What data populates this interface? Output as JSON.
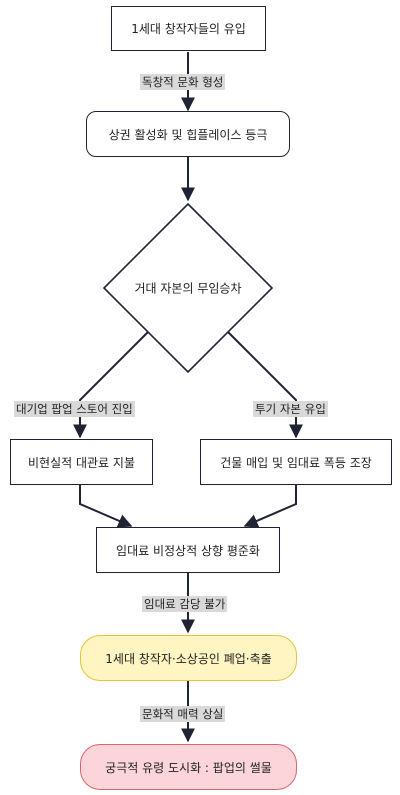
{
  "nodes": {
    "n1": "1세대 창작자들의 유입",
    "n2": "상권 활성화 및 힙플레이스 등극",
    "n3": "거대 자본의 무임승차",
    "n4": "비현실적 대관료 지불",
    "n5": "건물 매입 및 임대료 폭등 조장",
    "n6": "임대료 비정상적 상향 평준화",
    "n7": "1세대 창작자·소상공인 폐업·축출",
    "n8": "궁극적 유령 도시화 : 팝업의 썰물"
  },
  "edge_labels": {
    "e1": "독창적 문화 형성",
    "e3a": "대기업 팝업 스토어 진입",
    "e3b": "투기 자본 유입",
    "e6": "임대료 감당 불가",
    "e7": "문화적 매력 상실"
  },
  "colors": {
    "stroke": "#1f2333",
    "label_bg": "#d9d9d9",
    "warning_fill": "#fff5c2",
    "warning_stroke": "#e5c43a",
    "danger_fill": "#fbd5d9",
    "danger_stroke": "#d9636f"
  }
}
